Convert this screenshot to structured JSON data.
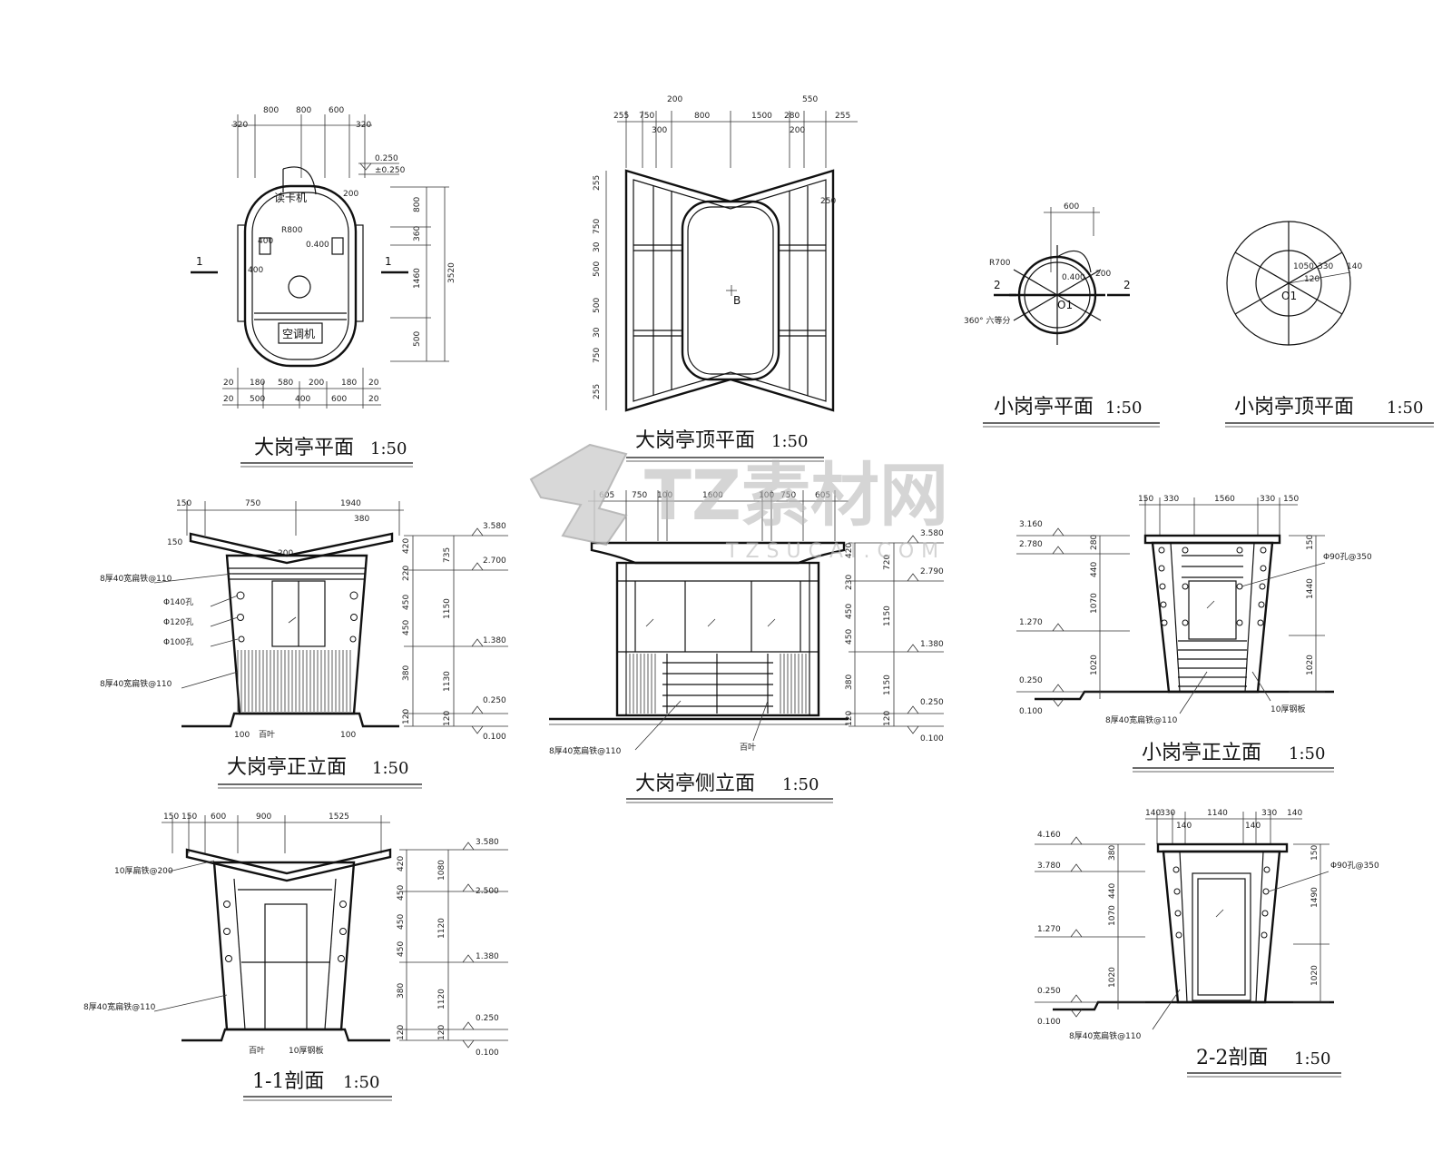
{
  "titles": {
    "large_plan": "大岗亭平面",
    "large_roof": "大岗亭顶平面",
    "small_plan": "小岗亭平面",
    "small_roof": "小岗亭顶平面",
    "large_front": "大岗亭正立面",
    "large_side": "大岗亭侧立面",
    "small_front": "小岗亭正立面",
    "section_11": "1-1剖面",
    "section_22": "2-2剖面",
    "scale": "1:50"
  },
  "watermark": {
    "main": "TZ素材网",
    "sub": "TZSUCAI.COM"
  },
  "large_plan": {
    "top_dims": [
      "320",
      "800",
      "800",
      "600",
      "320"
    ],
    "bottom_dims_1": [
      "20",
      "180",
      "580",
      "200",
      "180",
      "20"
    ],
    "bottom_dims_2": [
      "20",
      "500",
      "400",
      "600",
      "20"
    ],
    "right_dims": [
      "800",
      "360",
      "1460",
      "500"
    ],
    "right_total": "3520",
    "levels": [
      "0.250",
      "±0.250"
    ],
    "labels": {
      "reader": "读卡机",
      "ac": "空调机",
      "r": "R800",
      "elev": "0.400",
      "d400": "400",
      "d400b": "400",
      "d200": "200"
    },
    "cut": "1"
  },
  "large_roof": {
    "top_dims": [
      "255",
      "750",
      "300",
      "800",
      "1500",
      "200",
      "280",
      "255"
    ],
    "top_extra": [
      "200",
      "550"
    ],
    "left_dims": [
      "255",
      "750",
      "30",
      "500",
      "500",
      "30",
      "750",
      "255"
    ],
    "callout": "250",
    "point": "B"
  },
  "small_plan": {
    "dim_top": "600",
    "r": "R700",
    "elev": "0.400",
    "d200": "200",
    "division": "360° 六等分",
    "center": "O1",
    "cut": "2"
  },
  "small_roof": {
    "dims": [
      "1050",
      "330",
      "140",
      "120"
    ],
    "center": "O1"
  },
  "large_front": {
    "top_dims": [
      "150",
      "750",
      "1940"
    ],
    "top_extra": "380",
    "left_small": "150",
    "small_top": "200",
    "right_dims": [
      "420",
      "220",
      "450",
      "450",
      "380",
      "120"
    ],
    "right_dims_2": [
      "735",
      "1150",
      "1130",
      "120"
    ],
    "levels": [
      "3.580",
      "2.700",
      "1.380",
      "0.250",
      "0.100"
    ],
    "labels": [
      "8厚40宽扁铁@110",
      "Φ140孔",
      "Φ120孔",
      "Φ100孔",
      "8厚40宽扁铁@110"
    ],
    "bottom": [
      "100",
      "百叶",
      "100"
    ]
  },
  "large_side": {
    "top_dims": [
      "605",
      "750",
      "100",
      "1600",
      "100",
      "750",
      "605"
    ],
    "right_dims": [
      "420",
      "230",
      "450",
      "450",
      "380",
      "120"
    ],
    "right_dims_2": [
      "720",
      "1150",
      "1150",
      "120"
    ],
    "levels": [
      "3.580",
      "2.790",
      "1.380",
      "0.250",
      "0.100"
    ],
    "labels": [
      "8厚40宽扁铁@110",
      "百叶"
    ]
  },
  "small_front": {
    "top_dims": [
      "150",
      "330",
      "1560",
      "330",
      "150"
    ],
    "left_dims": [
      "280",
      "440",
      "1070",
      "1020"
    ],
    "right_dims": [
      "150",
      "1440",
      "1020"
    ],
    "levels": [
      "3.160",
      "2.780",
      "1.270",
      "0.250",
      "0.100"
    ],
    "labels": [
      "Φ90孔@350",
      "8厚40宽扁铁@110",
      "10厚钢板"
    ]
  },
  "section_11": {
    "top_dims": [
      "150",
      "150",
      "600",
      "900",
      "1525"
    ],
    "right_dims": [
      "420",
      "450",
      "450",
      "450",
      "380",
      "120"
    ],
    "right_dims_2": [
      "1080",
      "1120",
      "1120",
      "120"
    ],
    "levels": [
      "3.580",
      "2.500",
      "1.380",
      "0.250",
      "0.100"
    ],
    "labels": [
      "10厚扁铁@200",
      "8厚40宽扁铁@110",
      "百叶",
      "10厚钢板"
    ]
  },
  "section_22": {
    "top_dims": [
      "140",
      "330",
      "140",
      "1140",
      "140",
      "330",
      "140"
    ],
    "left_dims": [
      "380",
      "440",
      "1070",
      "1020"
    ],
    "right_dims": [
      "150",
      "1490",
      "1020"
    ],
    "levels": [
      "4.160",
      "3.780",
      "1.270",
      "0.250",
      "0.100"
    ],
    "labels": [
      "Φ90孔@350",
      "8厚40宽扁铁@110"
    ]
  }
}
